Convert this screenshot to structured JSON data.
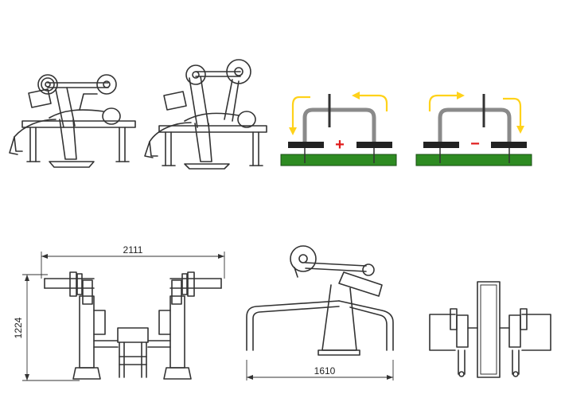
{
  "colors": {
    "line": "#333333",
    "ground_green": "#2e8b22",
    "arrow_yellow": "#ffd21a",
    "plus_red": "#e01b1b",
    "bar_gray": "#8a8a8a",
    "plate_dark": "#222222"
  },
  "usage_panel": {
    "press_up_symbol": "+",
    "press_down_symbol": "−"
  },
  "dimensions": {
    "overall_width": "2111",
    "overall_height": "1224",
    "side_length": "1610"
  }
}
